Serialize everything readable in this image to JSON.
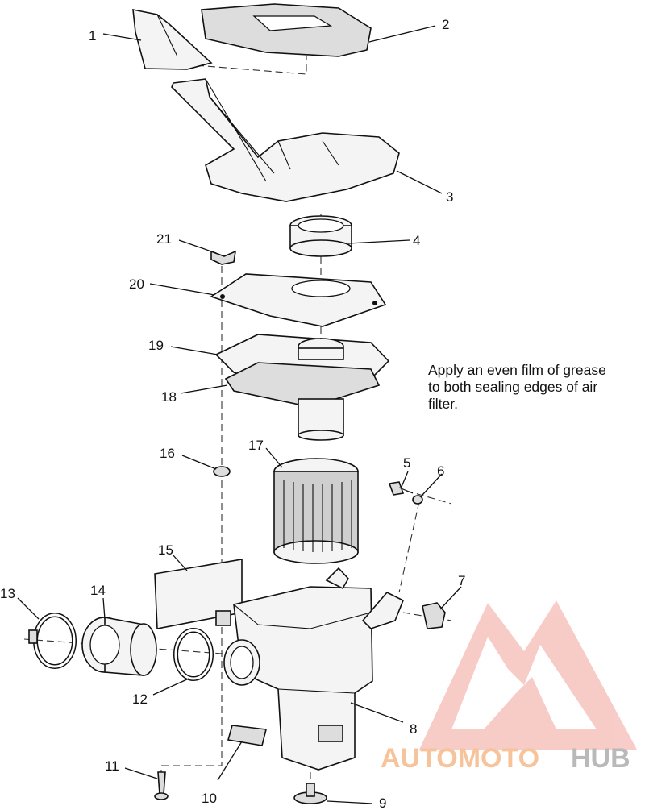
{
  "note": {
    "lines": [
      "Apply an even film of grease",
      "to both sealing edges of air",
      "filter."
    ]
  },
  "callouts": [
    "1",
    "2",
    "3",
    "4",
    "5",
    "6",
    "7",
    "8",
    "9",
    "10",
    "11",
    "12",
    "13",
    "14",
    "15",
    "16",
    "17",
    "18",
    "19",
    "20",
    "21"
  ],
  "watermark": {
    "part1": "AUTOMOTO",
    "part2": "HUB",
    "color_logo": "#f2a39a",
    "color_text1": "#f6c39a",
    "color_text2": "#b9b9b9"
  }
}
